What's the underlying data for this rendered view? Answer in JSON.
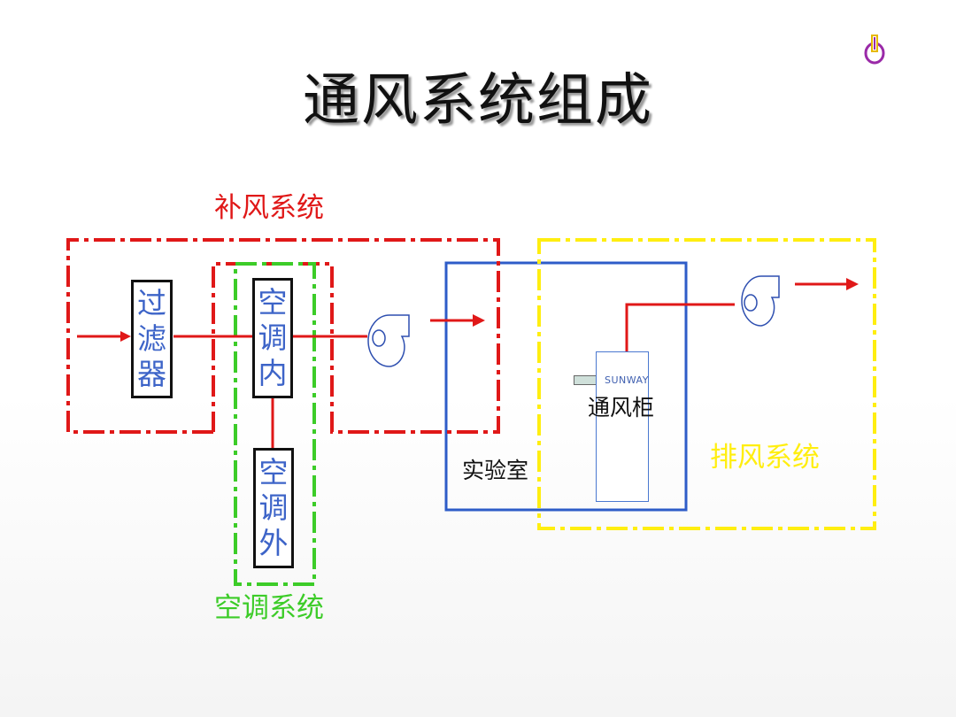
{
  "title": "通风系统组成",
  "groups": {
    "supply_air": "补风系统",
    "air_conditioning": "空调系统",
    "exhaust": "排风系统",
    "laboratory": "实验室"
  },
  "components": {
    "filter": [
      "过",
      "滤",
      "器"
    ],
    "ac_indoor": [
      "空",
      "调",
      "内"
    ],
    "ac_outdoor": [
      "空",
      "调",
      "外"
    ],
    "fume_hood_brand": "SUNWAY",
    "fume_hood": "通风柜"
  },
  "colors": {
    "supply_air": "#e01818",
    "air_conditioning": "#3ccc28",
    "exhaust": "#ffee10",
    "laboratory": "#2e5cc8",
    "airflow": "#e01818",
    "component_text": "#3d64c8"
  },
  "icons": [
    "fan-icon",
    "arrow-right-icon",
    "power-logo-icon"
  ]
}
